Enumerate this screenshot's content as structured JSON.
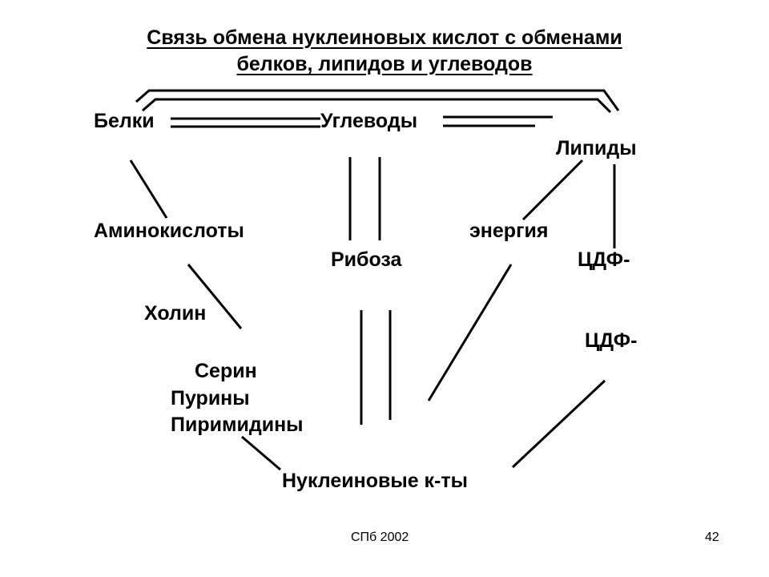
{
  "title": {
    "line1": "Связь обмена нуклеиновых кислот с обменами",
    "line2": "белков, липидов и углеводов"
  },
  "nodes": {
    "belki": "Белки",
    "uglevody": "Углеводы",
    "lipidy": "Липиды",
    "aminokisloty": "Аминокислоты",
    "energiya": "энергия",
    "riboza": "Рибоза",
    "cdf_upper": "ЦДФ-",
    "cdf_lower": "ЦДФ-",
    "holin": "Холин",
    "serin": "Серин",
    "puriny": "Пурины",
    "pirimidiny": "Пиримидины",
    "nukleinovye": "Нуклеиновые к-ты"
  },
  "footer": {
    "left": "СПб 2002",
    "page_number": "42"
  }
}
